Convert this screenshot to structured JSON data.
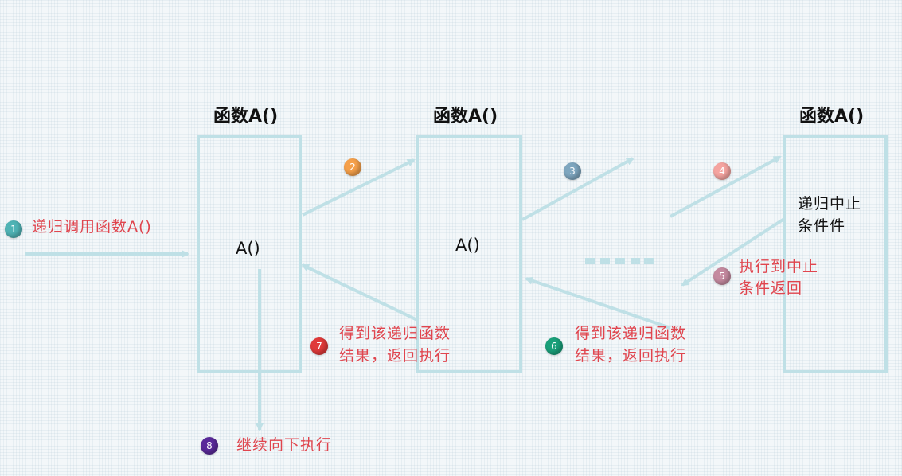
{
  "frames": [
    {
      "title": "函数A()",
      "call": "A()"
    },
    {
      "title": "函数A()",
      "call": "A()"
    },
    {
      "title": "函数A()",
      "stop_text": [
        "递归中止",
        "条件件"
      ]
    }
  ],
  "steps": [
    {
      "num": "1",
      "color": "#4fb3b5",
      "lines": [
        "递归调用函数A()"
      ]
    },
    {
      "num": "2",
      "color": "#f5a04a",
      "lines": []
    },
    {
      "num": "3",
      "color": "#7ea6bf",
      "lines": []
    },
    {
      "num": "4",
      "color": "#f5a4a0",
      "lines": []
    },
    {
      "num": "5",
      "color": "#c58aa0",
      "lines": [
        "执行到中止",
        "条件返回"
      ]
    },
    {
      "num": "6",
      "color": "#1aa07a",
      "lines": [
        "得到该递归函数",
        "结果，返回执行"
      ]
    },
    {
      "num": "7",
      "color": "#e03a3a",
      "lines": [
        "得到该递归函数",
        "结果，返回执行"
      ]
    },
    {
      "num": "8",
      "color": "#5a2a9a",
      "lines": [
        "继续向下执行"
      ]
    }
  ],
  "colors": {
    "arrow": "#bfe0e6",
    "box_border": "#bfe0e6",
    "annotation_text": "#e0454e"
  }
}
